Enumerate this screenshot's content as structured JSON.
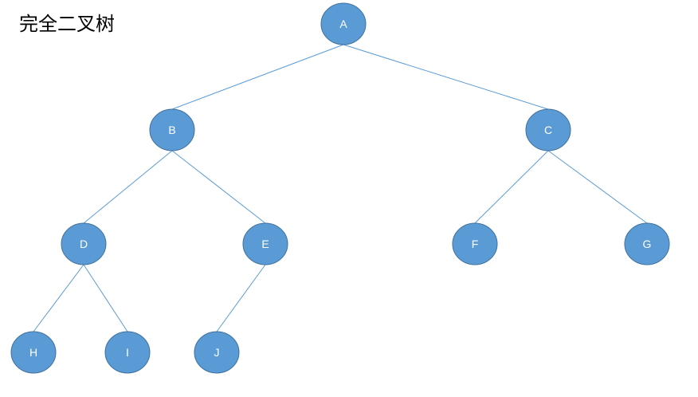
{
  "title": "完全二叉树",
  "colors": {
    "node_fill": "#5b9bd5",
    "node_stroke": "#41719c",
    "edge": "#5b9bd5",
    "label": "#ffffff"
  },
  "nodes": [
    {
      "id": "A",
      "label": "A"
    },
    {
      "id": "B",
      "label": "B"
    },
    {
      "id": "C",
      "label": "C"
    },
    {
      "id": "D",
      "label": "D"
    },
    {
      "id": "E",
      "label": "E"
    },
    {
      "id": "F",
      "label": "F"
    },
    {
      "id": "G",
      "label": "G"
    },
    {
      "id": "H",
      "label": "H"
    },
    {
      "id": "I",
      "label": "I"
    },
    {
      "id": "J",
      "label": "J"
    }
  ],
  "edges": [
    {
      "from": "A",
      "to": "B"
    },
    {
      "from": "A",
      "to": "C"
    },
    {
      "from": "B",
      "to": "D"
    },
    {
      "from": "B",
      "to": "E"
    },
    {
      "from": "C",
      "to": "F"
    },
    {
      "from": "C",
      "to": "G"
    },
    {
      "from": "D",
      "to": "H"
    },
    {
      "from": "D",
      "to": "I"
    },
    {
      "from": "E",
      "to": "J"
    }
  ]
}
